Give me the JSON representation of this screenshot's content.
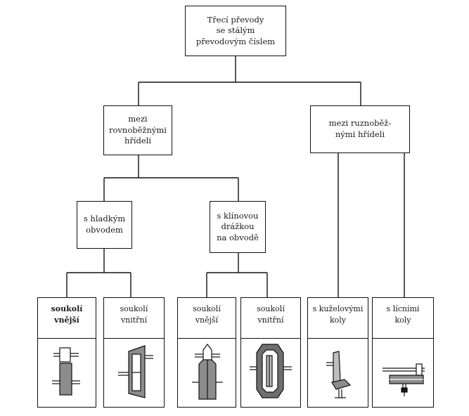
{
  "root": {
    "lines": [
      "Třecí převody",
      "se stálým",
      "převodovým číslem"
    ]
  },
  "parallel": {
    "lines": [
      "mezi",
      "rovnoběžnými",
      "hřídeli"
    ]
  },
  "nonparallel": {
    "lines": [
      "mezi ruznoběž-",
      "nými hřídeli"
    ]
  },
  "smooth": {
    "lines": [
      "s hladkým",
      "obvodem"
    ]
  },
  "groove": {
    "lines": [
      "s klínovou",
      "drážkou",
      "na obvodě"
    ]
  },
  "leaves": [
    {
      "lines": [
        "soukolí",
        "vnější"
      ],
      "icon": "external-smooth-wheels-icon"
    },
    {
      "lines": [
        "soukolí",
        "vnitřní"
      ],
      "icon": "internal-smooth-wheels-icon"
    },
    {
      "lines": [
        "soukolí",
        "vnější"
      ],
      "icon": "external-grooved-wheels-icon"
    },
    {
      "lines": [
        "soukolí",
        "vnitřní"
      ],
      "icon": "internal-grooved-wheels-icon"
    },
    {
      "lines": [
        "s kuželovými",
        "koly"
      ],
      "icon": "bevel-wheels-icon"
    },
    {
      "lines": [
        "s lícními",
        "koly"
      ],
      "icon": "face-wheels-icon"
    }
  ]
}
